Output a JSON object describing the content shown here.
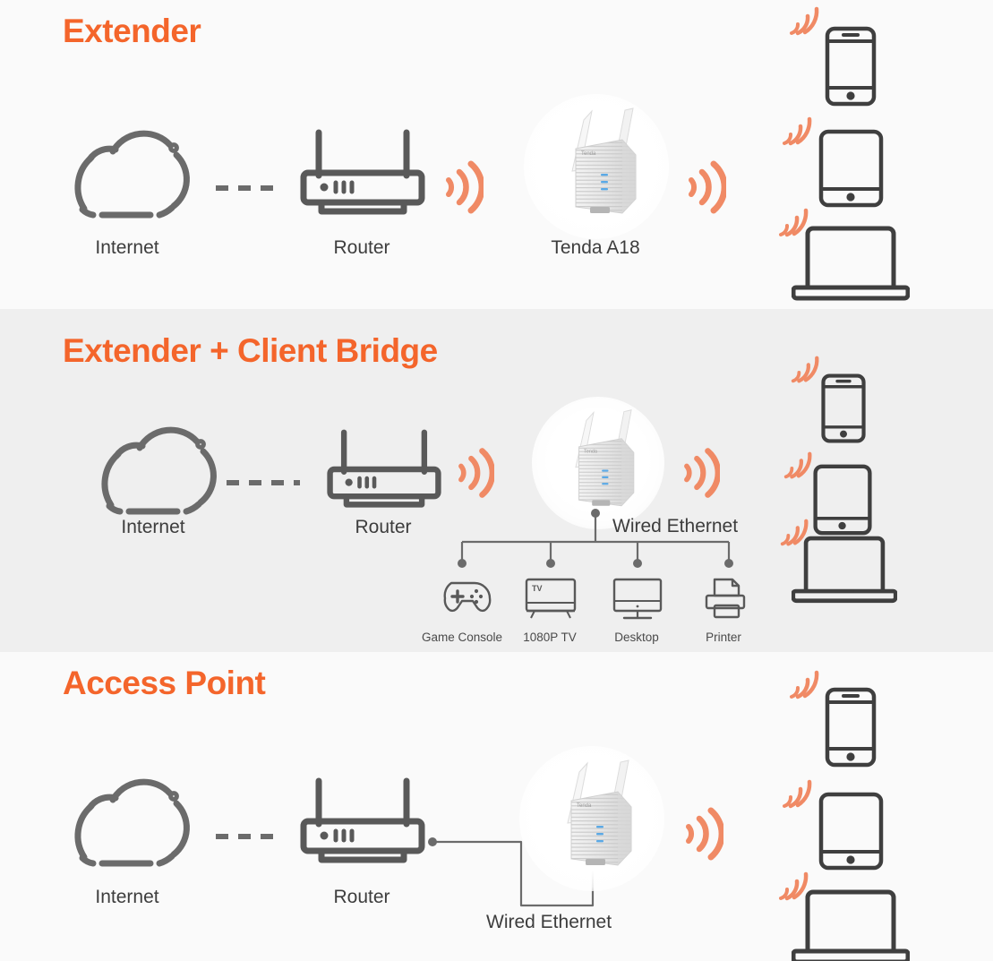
{
  "colors": {
    "accent_orange": "#F4652B",
    "wifi_arc": "#F08A65",
    "icon_gray": "#4a4a4a",
    "line_gray": "#6b6b6b",
    "panel_light": "#fafafa",
    "panel_gray": "#efefef"
  },
  "panels": [
    {
      "title": "Extender",
      "nodes": {
        "internet": "Internet",
        "router": "Router",
        "extender": "Tenda A18"
      },
      "clients": [
        "smartphone-icon",
        "tablet-icon",
        "laptop-icon"
      ]
    },
    {
      "title": "Extender + Client Bridge",
      "nodes": {
        "internet": "Internet",
        "router": "Router",
        "wired": "Wired Ethernet"
      },
      "wired_devices": [
        {
          "label": "Game Console",
          "icon": "game-console-icon"
        },
        {
          "label": "1080P TV",
          "icon": "tv-icon",
          "screen_text": "TV"
        },
        {
          "label": "Desktop",
          "icon": "desktop-icon"
        },
        {
          "label": "Printer",
          "icon": "printer-icon"
        }
      ],
      "clients": [
        "smartphone-icon",
        "tablet-icon",
        "laptop-icon"
      ]
    },
    {
      "title": "Access Point",
      "nodes": {
        "internet": "Internet",
        "router": "Router",
        "wired": "Wired Ethernet"
      },
      "clients": [
        "smartphone-icon",
        "tablet-icon",
        "laptop-icon"
      ]
    }
  ]
}
